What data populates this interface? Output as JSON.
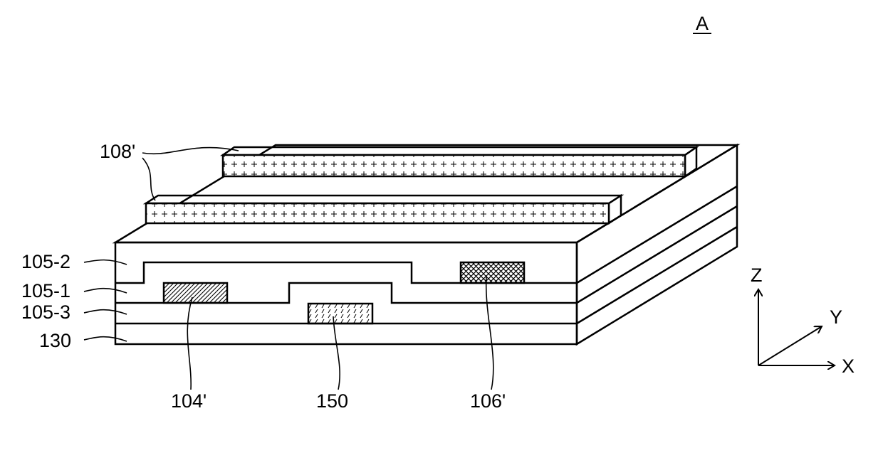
{
  "figure": {
    "view_label": "A",
    "layer_labels": {
      "layer_top": "105-2",
      "layer_mid": "105-1",
      "layer_low": "105-3",
      "substrate": "130"
    },
    "strip_label": "108'",
    "element_labels": {
      "left_block": "104'",
      "center_block": "150",
      "right_block": "106'"
    },
    "axes": {
      "z": "Z",
      "y": "Y",
      "x": "X"
    }
  }
}
